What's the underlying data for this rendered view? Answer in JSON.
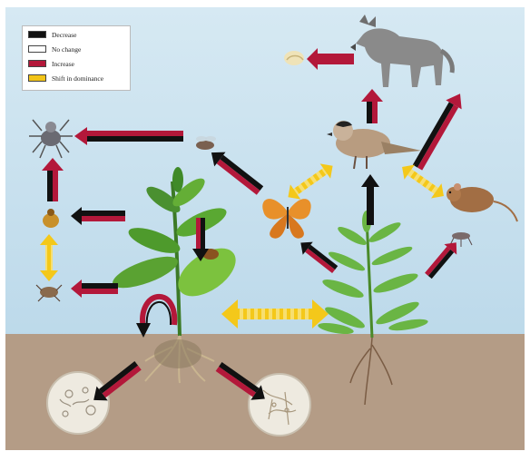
{
  "legend": {
    "items": [
      {
        "label": "Decrease",
        "color": "#111111"
      },
      {
        "label": "No change",
        "color": "#ffffff"
      },
      {
        "label": "Increase",
        "color": "#b3183a"
      },
      {
        "label": "Shift in dominance",
        "color": "#f2c418"
      }
    ]
  },
  "icons": [
    "wolf-icon",
    "bird-icon",
    "mouse-icon",
    "butterfly-icon",
    "spider-icon",
    "fly-icon",
    "beetle-icon",
    "insect-icon",
    "aphid-icon",
    "plant-icon",
    "mushroom-icon",
    "soil-microbe-icon",
    "mycorrhiza-icon"
  ]
}
